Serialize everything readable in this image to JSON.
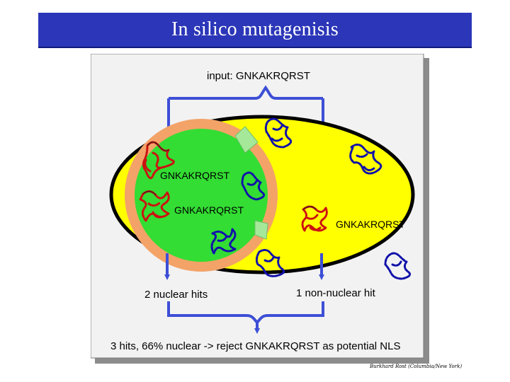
{
  "slide": {
    "title": "In silico mutagenisis",
    "credit": "Burkhard Rost (Columbia/New York)"
  },
  "diagram": {
    "input_label": "input:  GNKAKRQRST",
    "sequence_labels": [
      "GNKAKRQRST",
      "GNKAKRQRST",
      "GNKAKRQRST"
    ],
    "nuclear_result": "2 nuclear hits",
    "non_nuclear_result": "1 non-nuclear hit",
    "conclusion": "3 hits, 66% nuclear ->  reject GNKAKRQRST as  potential NLS"
  },
  "colors": {
    "title_bar": "#2b36b8",
    "cell": "#ffff00",
    "nucleus": "#33dd33",
    "nuclear_envelope": "#f3a368",
    "nuclear_pore": "#a6e89a",
    "arrow": "#3d4fd6",
    "protein_red": "#cc1111",
    "protein_blue": "#1111aa"
  },
  "icons": [
    "protein-structure-icon",
    "nuclear-pore-icon",
    "arrow-icon"
  ]
}
